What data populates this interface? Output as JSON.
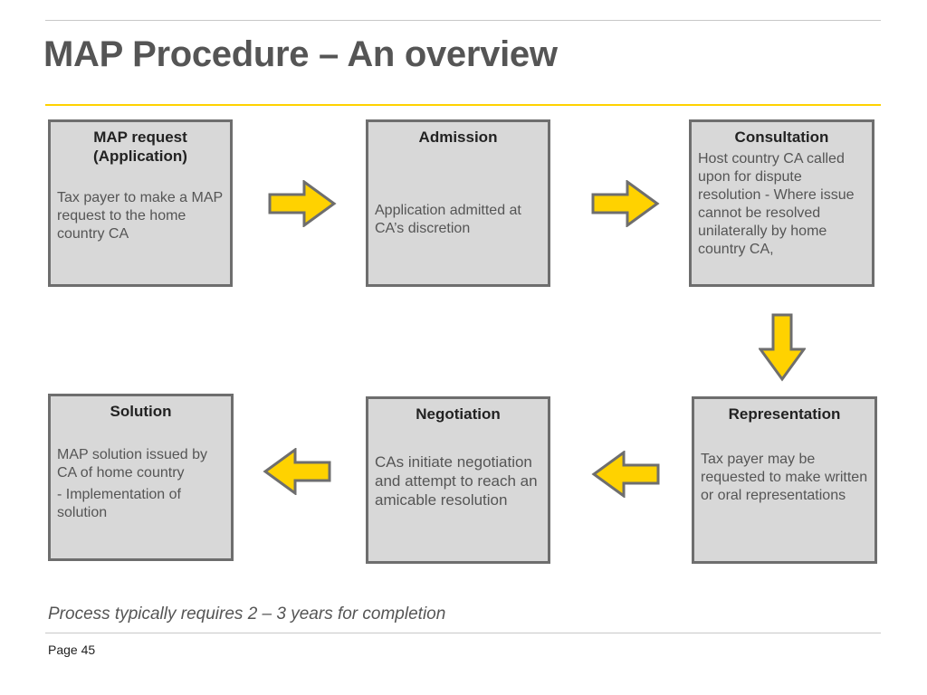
{
  "title": "MAP Procedure – An overview",
  "steps": {
    "map_request": {
      "title": "MAP request (Application)",
      "text": "Tax payer to make a MAP request to the home country CA"
    },
    "admission": {
      "title": "Admission",
      "text": "Application admitted at CA’s discretion"
    },
    "consultation": {
      "title": "Consultation",
      "text": "Host country CA called upon for dispute resolution  - Where issue cannot be resolved unilaterally by home country CA,"
    },
    "representation": {
      "title": "Representation",
      "text": "Tax payer may be requested to make written or oral representations"
    },
    "negotiation": {
      "title": "Negotiation",
      "text": "CAs initiate negotiation and attempt to reach an amicable resolution"
    },
    "solution": {
      "title": "Solution",
      "text_1": "MAP solution issued by CA of home country",
      "text_2": "- Implementation of solution"
    }
  },
  "arrow_color": "#ffd200",
  "footnote": "Process typically requires 2 – 3 years for completion",
  "page_label": "Page 45"
}
